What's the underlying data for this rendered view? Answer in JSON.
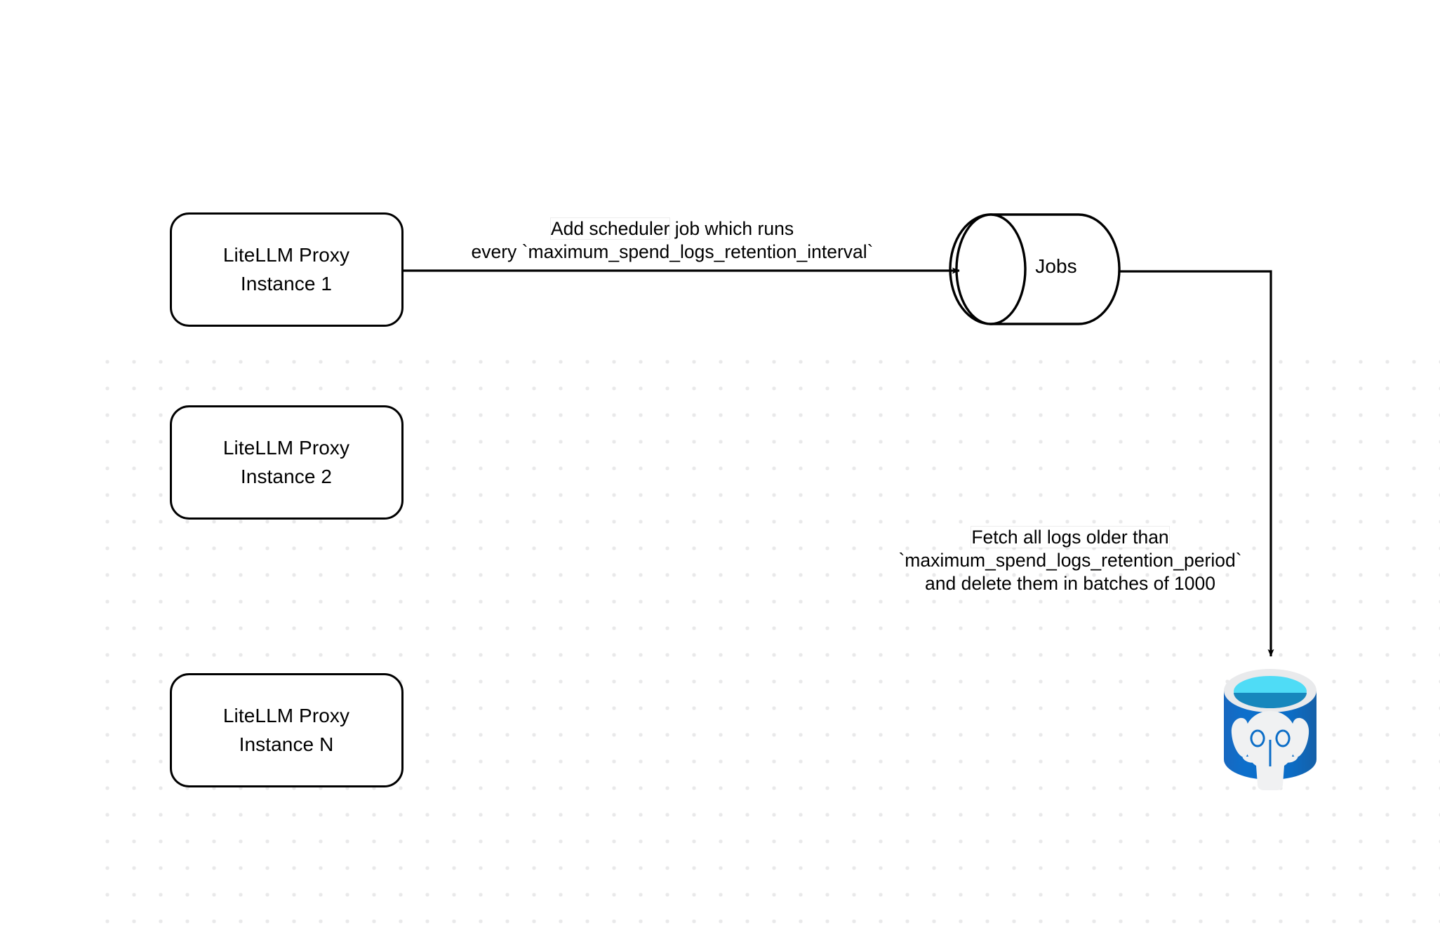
{
  "diagram": {
    "title": "LiteLLM spend logs retention scheduler flow",
    "background_color": "#ffffff",
    "grid_dot_color": "#e9e9ea",
    "stroke_color": "#000000"
  },
  "nodes": {
    "proxy_instances": [
      {
        "id": "proxy-1",
        "line1": "LiteLLM Proxy",
        "line2": "Instance 1",
        "shape": "rounded-rect"
      },
      {
        "id": "proxy-2",
        "line1": "LiteLLM Proxy",
        "line2": "Instance 2",
        "shape": "rounded-rect"
      },
      {
        "id": "proxy-n",
        "line1": "LiteLLM Proxy",
        "line2": "Instance N",
        "shape": "rounded-rect"
      }
    ],
    "jobs": {
      "id": "jobs",
      "label": "Jobs",
      "shape": "cylinder"
    },
    "database": {
      "id": "postgres",
      "label": "",
      "shape": "postgresql-cylinder-icon",
      "colors": {
        "body": "#0b6dc7",
        "body_dark": "#1560a8",
        "rim": "#e9eaec",
        "top_cyan": "#4fdcf6",
        "top_teal": "#1787bd",
        "elephant": "#f0f1f2"
      }
    }
  },
  "edges": [
    {
      "id": "edge-proxy1-jobs",
      "from": "proxy-1",
      "to": "jobs",
      "line1": "Add scheduler",
      "line1_rest": " job which runs",
      "line2": "every `maximum_spend_logs_retention_interval`"
    },
    {
      "id": "edge-jobs-postgres",
      "from": "jobs",
      "to": "postgres",
      "line1": "Fetch all logs older than",
      "line2": "`maximum_spend_logs_retention_period`",
      "line3": "and delete them in batches of 1000"
    }
  ]
}
